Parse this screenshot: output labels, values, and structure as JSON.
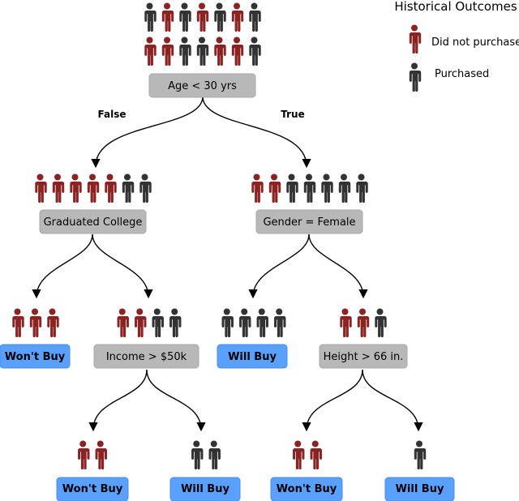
{
  "colors": {
    "did_not_purchase": "#8b2323",
    "purchased": "#333333",
    "decision_fill": "#b8b8b8",
    "decision_stroke": "#a8a8a8",
    "leaf_fill": "#5aa0ff",
    "leaf_stroke": "#4a8ee8",
    "edge": "#000000"
  },
  "legend": {
    "title": "Historical Outcomes",
    "did_not_purchase": "Did not purchase",
    "purchased": "Purchased"
  },
  "tree": {
    "root": {
      "label": "Age < 30 yrs",
      "counts": {
        "red": 7,
        "dark": 7
      },
      "false_label": "False",
      "true_label": "True"
    },
    "n_grad": {
      "label": "Graduated College",
      "counts": {
        "red": 5,
        "dark": 2
      }
    },
    "n_gender": {
      "label": "Gender = Female",
      "counts": {
        "red": 2,
        "dark": 5
      }
    },
    "leaf_a": {
      "label": "Won't Buy",
      "counts": {
        "red": 3,
        "dark": 0
      }
    },
    "n_income": {
      "label": "Income > $50k",
      "counts": {
        "red": 2,
        "dark": 2
      }
    },
    "leaf_b": {
      "label": "Will Buy",
      "counts": {
        "red": 0,
        "dark": 4
      }
    },
    "n_height": {
      "label": "Height > 66 in.",
      "counts": {
        "red": 2,
        "dark": 1
      }
    },
    "leaf_c": {
      "label": "Won't Buy",
      "counts": {
        "red": 2,
        "dark": 0
      }
    },
    "leaf_d": {
      "label": "Will Buy",
      "counts": {
        "red": 0,
        "dark": 2
      }
    },
    "leaf_e": {
      "label": "Won't Buy",
      "counts": {
        "red": 2,
        "dark": 0
      }
    },
    "leaf_f": {
      "label": "Will Buy",
      "counts": {
        "red": 0,
        "dark": 1
      }
    }
  }
}
